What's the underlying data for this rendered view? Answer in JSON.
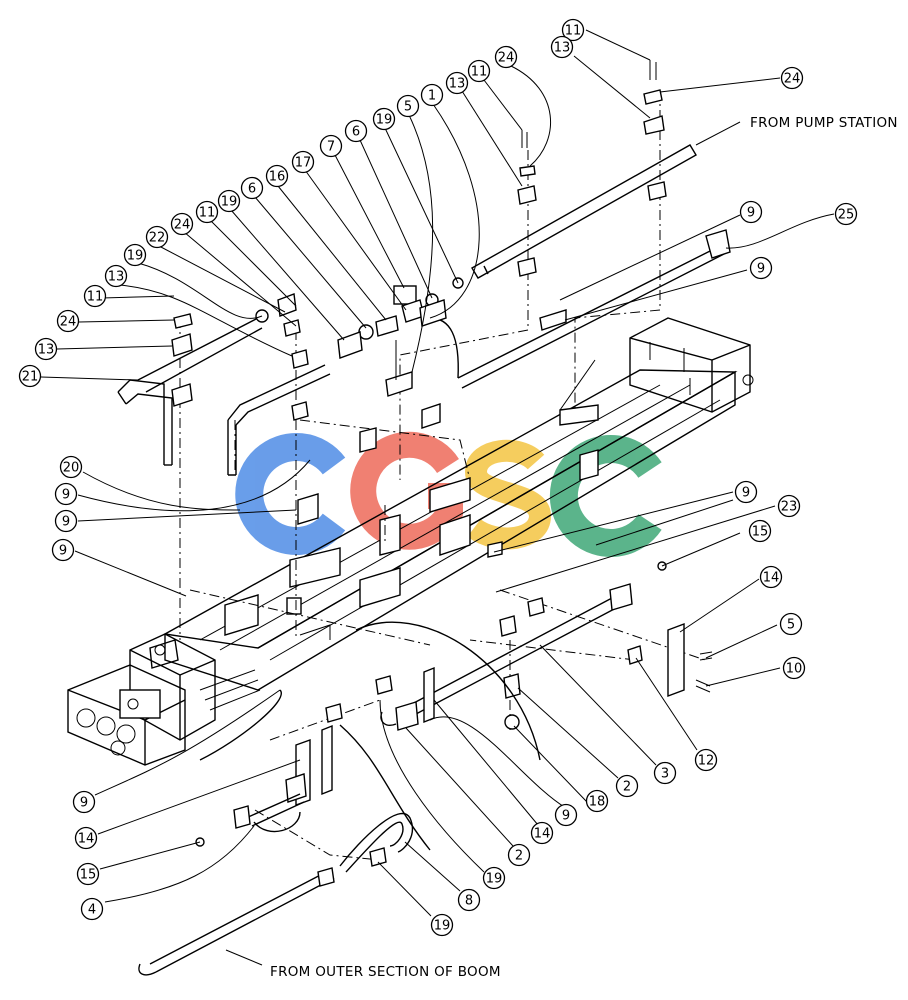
{
  "annotations": {
    "from_pump_station": "FROM PUMP STATION",
    "from_outer_section": "FROM OUTER SECTION OF BOOM"
  },
  "watermark": {
    "letters": [
      "C",
      "G",
      "S",
      "C"
    ],
    "colors": [
      "#4f8de6",
      "#ee6a5a",
      "#f4c542",
      "#3fa877"
    ]
  },
  "callouts": [
    {
      "num": "11"
    },
    {
      "num": "24"
    },
    {
      "num": "13"
    },
    {
      "num": "24"
    },
    {
      "num": "11"
    },
    {
      "num": "13"
    },
    {
      "num": "1"
    },
    {
      "num": "5"
    },
    {
      "num": "19"
    },
    {
      "num": "6"
    },
    {
      "num": "7"
    },
    {
      "num": "17"
    },
    {
      "num": "16"
    },
    {
      "num": "6"
    },
    {
      "num": "19"
    },
    {
      "num": "11"
    },
    {
      "num": "24"
    },
    {
      "num": "22"
    },
    {
      "num": "19"
    },
    {
      "num": "13"
    },
    {
      "num": "11"
    },
    {
      "num": "24"
    },
    {
      "num": "13"
    },
    {
      "num": "21"
    },
    {
      "num": "9"
    },
    {
      "num": "25"
    },
    {
      "num": "9"
    },
    {
      "num": "20"
    },
    {
      "num": "9"
    },
    {
      "num": "9"
    },
    {
      "num": "9"
    },
    {
      "num": "9"
    },
    {
      "num": "23"
    },
    {
      "num": "15"
    },
    {
      "num": "14"
    },
    {
      "num": "5"
    },
    {
      "num": "10"
    },
    {
      "num": "12"
    },
    {
      "num": "3"
    },
    {
      "num": "2"
    },
    {
      "num": "18"
    },
    {
      "num": "9"
    },
    {
      "num": "14"
    },
    {
      "num": "2"
    },
    {
      "num": "19"
    },
    {
      "num": "9"
    },
    {
      "num": "14"
    },
    {
      "num": "15"
    },
    {
      "num": "4"
    },
    {
      "num": "8"
    },
    {
      "num": "19"
    }
  ]
}
